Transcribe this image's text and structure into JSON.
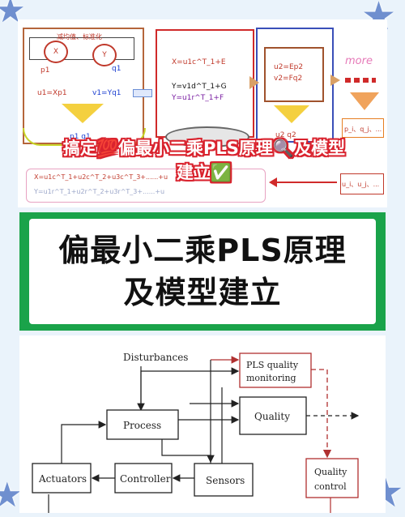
{
  "top_diagram": {
    "box1_header": "减均值、标准化",
    "x_circle": "X",
    "y_circle": "Y",
    "p1": "p1",
    "q1_left": "q1",
    "u1_eq": "u1=Xp1",
    "v1_eq": "v1=Yq1",
    "eq_x": "X=u1c^T_1+E",
    "eq_y": "Y=v1d^T_1+G",
    "eq_y2": "Y=u1r^T_1+F",
    "u2_eq": "u2=Ep2",
    "v2_eq": "v2=Fq2",
    "more": "more",
    "p_list": "p_i、q_j、...",
    "u_list": "u_i、u_j、...",
    "sum_x": "X=u1c^T_1+u2c^T_2+u3c^T_3+......+u",
    "sum_y": "Y=u1r^T_1+u2r^T_2+u3r^T_3+......+u",
    "p1_q1_bottom": "p1   q1",
    "u2_q2_bottom": "u2   q2"
  },
  "banner": {
    "line1": "搞定💯偏最小二乘PLS原理🔍及模型",
    "line2": "建立✅"
  },
  "title": {
    "line1": "偏最小二乘PLS原理",
    "line2": "及模型建立"
  },
  "control_diagram": {
    "disturbances": "Disturbances",
    "pls_monitoring_1": "PLS quality",
    "pls_monitoring_2": "monitoring",
    "process": "Process",
    "quality": "Quality",
    "actuators": "Actuators",
    "controller": "Controller",
    "sensors": "Sensors",
    "quality_control_1": "Quality",
    "quality_control_2": "control"
  },
  "colors": {
    "green_band": "#1aa34a",
    "banner_outline": "#d9232e",
    "background": "#eaf3fb"
  }
}
